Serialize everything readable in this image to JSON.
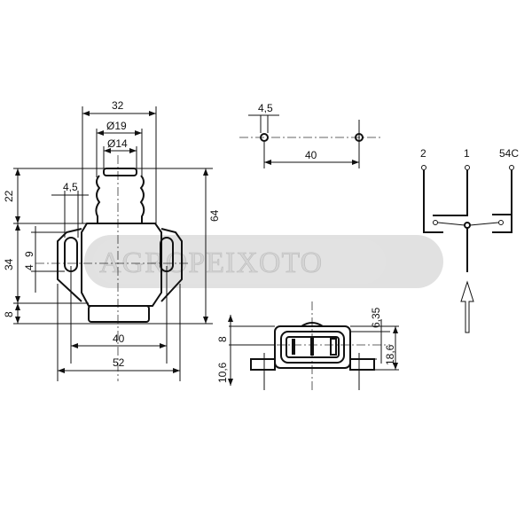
{
  "front_view": {
    "dims": {
      "width_top": "32",
      "dia_outer": "Ø19",
      "dia_inner": "Ø14",
      "slot_width": "4,5",
      "height_top": "22",
      "height_mid": "34",
      "height_bottom": "8",
      "slot_len": "9",
      "slot_w": "4",
      "total_height": "64",
      "hole_spacing": "40",
      "total_width": "52"
    }
  },
  "top_view": {
    "dims": {
      "hole_dia": "4,5",
      "hole_spacing": "40"
    }
  },
  "bottom_view": {
    "dims": {
      "a": "10,6",
      "b": "8",
      "c": "6,35",
      "d": "18,6"
    }
  },
  "schematic": {
    "terminals": [
      "2",
      "1",
      "54C"
    ]
  },
  "watermark": {
    "text": "AGROPEIXOTO",
    "color": "#cccccc"
  }
}
